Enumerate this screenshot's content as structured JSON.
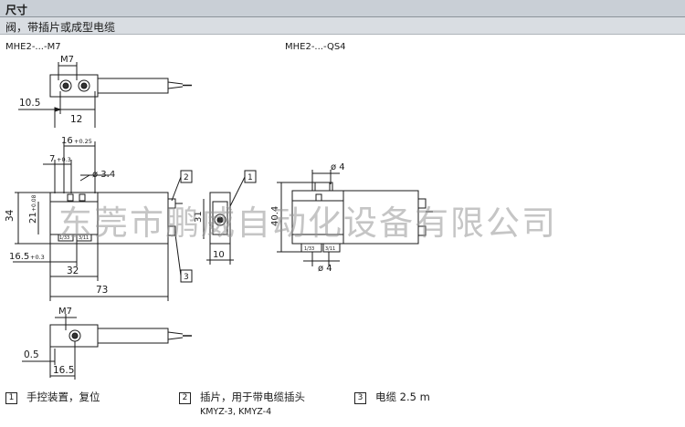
{
  "header": {
    "title": "尺寸",
    "subtitle": "阀，带插片或成型电缆"
  },
  "models": {
    "left": "MHE2-...-M7",
    "right": "MHE2-...-QS4"
  },
  "dims": {
    "m7_top": "M7",
    "d10_5": "10.5",
    "d12": "12",
    "d16_025": "16",
    "tol_025": "+0.25",
    "d7": "7",
    "tol_03a": "+0.3",
    "d_3_4": "ø 3.4",
    "d34": "34",
    "d21": "21",
    "tol_008": "+0.08",
    "d16_5_03": "16.5",
    "tol_03b": "+0.3",
    "d32": "32",
    "d73": "73",
    "d31": "31",
    "d10": "10",
    "d40_4": "40.4",
    "phi4_top": "ø 4",
    "phi4_bot": "ø 4",
    "m7_bot": "M7",
    "d0_5": "0.5",
    "d16_5": "16.5",
    "call_1": "1",
    "call_2": "2",
    "call_3": "3",
    "port_a": "1/33",
    "port_b": "3/11"
  },
  "notes": [
    {
      "num": "1",
      "text": "手控装置，复位"
    },
    {
      "num": "2",
      "text": "插片，用于带电缆插头",
      "sub": "KMYZ-3, KMYZ-4"
    },
    {
      "num": "3",
      "text": "电缆 2.5 m"
    }
  ],
  "watermark": "东莞市鹏威自动化设备有限公司"
}
